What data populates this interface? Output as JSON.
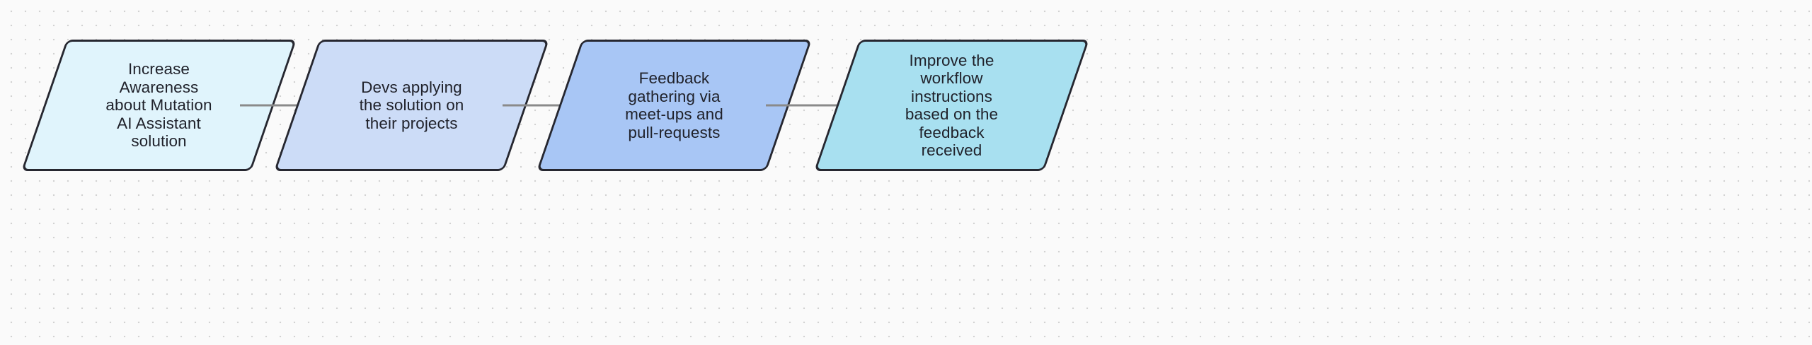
{
  "diagram": {
    "type": "flowchart",
    "orientation": "left-to-right",
    "background_color": "#fafafa",
    "grid_dot_color": "#d2d2d2",
    "node_border_color": "#262730",
    "node_shape": "parallelogram",
    "edge_color": "#8a8a8a",
    "text_color": "#20222b",
    "nodes": [
      {
        "id": "node-1",
        "label": "Increase\nAwareness\nabout Mutation\nAI Assistant\nsolution",
        "fill": "#e0f4fc"
      },
      {
        "id": "node-2",
        "label": "Devs applying\nthe solution on\ntheir projects",
        "fill": "#ccdcf7"
      },
      {
        "id": "node-3",
        "label": "Feedback\ngathering via\nmeet-ups and\npull-requests",
        "fill": "#a8c6f5"
      },
      {
        "id": "node-4",
        "label": "Improve the\nworkflow\ninstructions\nbased on the\nfeedback\nreceived",
        "fill": "#a8e0f0"
      }
    ],
    "edges": [
      {
        "id": "edge-1",
        "from": "node-1",
        "to": "node-2",
        "label": "",
        "arrowhead": "open"
      },
      {
        "id": "edge-2",
        "from": "node-2",
        "to": "node-3",
        "label": "",
        "arrowhead": "open"
      },
      {
        "id": "edge-3",
        "from": "node-3",
        "to": "node-4",
        "label": "",
        "arrowhead": "open"
      }
    ]
  }
}
